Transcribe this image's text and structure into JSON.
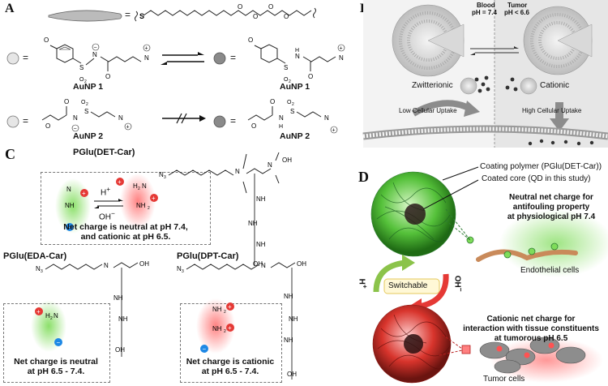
{
  "panels": {
    "a": {
      "label": "A",
      "aunp1_left": "AuNP 1",
      "aunp1_right": "AuNP 1",
      "aunp2_left": "AuNP 2",
      "aunp2_right": "AuNP 2",
      "equals": "="
    },
    "b": {
      "label": "B",
      "blood": "Blood",
      "blood_ph": "pH = 7.4",
      "tumor": "Tumor",
      "tumor_ph": "pH < 6.6",
      "zwitterionic": "Zwitterionic",
      "cationic": "Cationic",
      "low_uptake": "Low Cellular Uptake",
      "high_uptake": "High Cellular Uptake"
    },
    "c": {
      "label": "C",
      "det_title": "PGlu(DET-Car)",
      "det_note_line1": "Net charge is neutral at pH 7.4,",
      "det_note_line2": "and cationic at pH 6.5.",
      "h_plus": "H",
      "oh_minus": "OH",
      "eda_title": "PGlu(EDA-Car)",
      "eda_note_line1": "Net charge is neutral",
      "eda_note_line2": "at pH 6.5 - 7.4.",
      "dpt_title": "PGlu(DPT-Car)",
      "dpt_note_line1": "Net charge is cationic",
      "dpt_note_line2": "at pH 6.5 - 7.4."
    },
    "d": {
      "label": "D",
      "coating_polymer": "Coating polymer (PGlu(DET-Car))",
      "coated_core": "Coated core (QD in this study)",
      "neutral_line1": "Neutral net charge for",
      "neutral_line2": "antifouling property",
      "neutral_line3": "at physiological pH 7.4",
      "endothelial": "Endothelial cells",
      "switchable": "Switchable",
      "h_plus": "H",
      "oh_minus": "OH",
      "cationic_line1": "Cationic net charge for",
      "cationic_line2": "interaction with tissue constituents",
      "cationic_line3": "at tumorous pH 6.5",
      "tumor_cells": "Tumor cells"
    }
  },
  "colors": {
    "green_glow": "#7fdc5a",
    "red_glow": "#ff6b6b",
    "positive_charge": "#e53935",
    "negative_charge": "#1e88e5",
    "arrow_green": "#8bc34a",
    "arrow_red": "#e53935"
  }
}
